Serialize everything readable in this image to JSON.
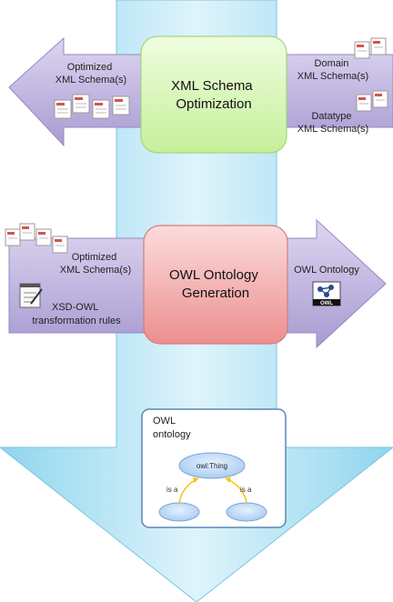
{
  "stage1": {
    "process_label": [
      "XML Schema",
      "Optimization"
    ],
    "output_label": [
      "Optimized",
      "XML Schema(s)"
    ],
    "input_domain_label": [
      "Domain",
      "XML Schema(s)"
    ],
    "input_datatype_label": [
      "Datatype",
      "XML Schema(s)"
    ]
  },
  "stage2": {
    "process_label": [
      "OWL Ontology",
      "Generation"
    ],
    "input_schema_label": [
      "Optimized",
      "XML Schema(s)"
    ],
    "input_rules_label": [
      "XSD-OWL",
      "transformation rules"
    ],
    "output_label": "OWL Ontology",
    "owl_logo_text": "OWL"
  },
  "result": {
    "box_label": [
      "OWL",
      "ontology"
    ],
    "root_node": "owl:Thing",
    "edge_label": "is a"
  },
  "colors": {
    "backbone": "#9fdcf0",
    "arrow": "#c8bde3",
    "optimization_box": "#d4f5b0",
    "generation_box": "#f2a6a6"
  }
}
